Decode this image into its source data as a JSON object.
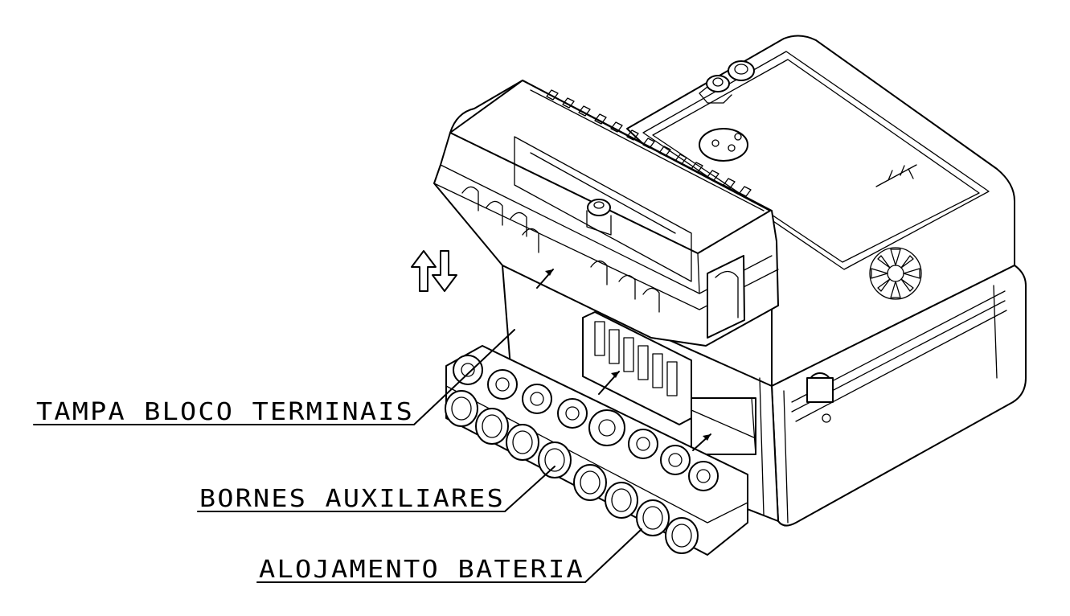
{
  "labels": {
    "terminal_cover": "TAMPA BLOCO TERMINAIS",
    "auxiliary_terminals": "BORNES AUXILIARES",
    "battery_housing": "ALOJAMENTO BATERIA"
  },
  "colors": {
    "line": "#000000",
    "background": "#ffffff"
  },
  "icons": {
    "move_arrows": "up-down-arrows-icon"
  }
}
